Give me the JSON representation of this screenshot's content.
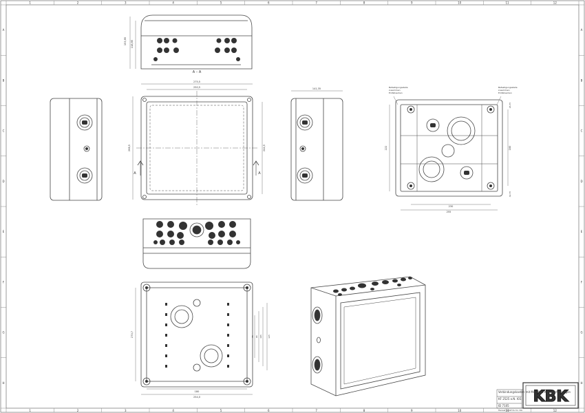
{
  "sheet": {
    "grid_columns": [
      "1",
      "2",
      "3",
      "4",
      "5",
      "6",
      "7",
      "8",
      "9",
      "10",
      "11",
      "12"
    ],
    "grid_rows": [
      "A",
      "B",
      "C",
      "D",
      "E",
      "F",
      "G",
      "H"
    ]
  },
  "views": {
    "section_label": "A – A",
    "section_marker": "A",
    "top_dims": {
      "overall_width": "275,5",
      "inner_width": "250,5"
    },
    "front_dims": {
      "height": "268,5",
      "inner_height": "244,5"
    },
    "side_dims": {
      "depth": "141,35"
    },
    "section_dims": {
      "h1": "153,95",
      "h2": "118,95"
    },
    "mounting": {
      "note_left": [
        "Befestigungsstelle",
        "zusammen",
        "Einfallsecken"
      ],
      "note_right": [
        "Befestigungsstelle",
        "zusammen",
        "Einfallsecken"
      ],
      "dim_bottom_1": "230",
      "dim_bottom_2": "255",
      "dim_left": "222",
      "dim_right": "180",
      "dim_small_a": "26,75",
      "dim_small_b": "42,75"
    },
    "bottom_dims": {
      "width_1": "180",
      "width_2": "254,0",
      "height_1": "270,7",
      "h_a": "125",
      "h_b": "95",
      "h_c": "75",
      "h_d": "105"
    }
  },
  "title_block": {
    "line1": "Verbindungskasten mit M40/M32 Kabeleinführungen",
    "line2": "KF 2525 o.N. IO1",
    "line3": "ID 7105",
    "footer": "Hensel GmbH & Co. KG"
  },
  "logo": {
    "text": "KBK"
  }
}
